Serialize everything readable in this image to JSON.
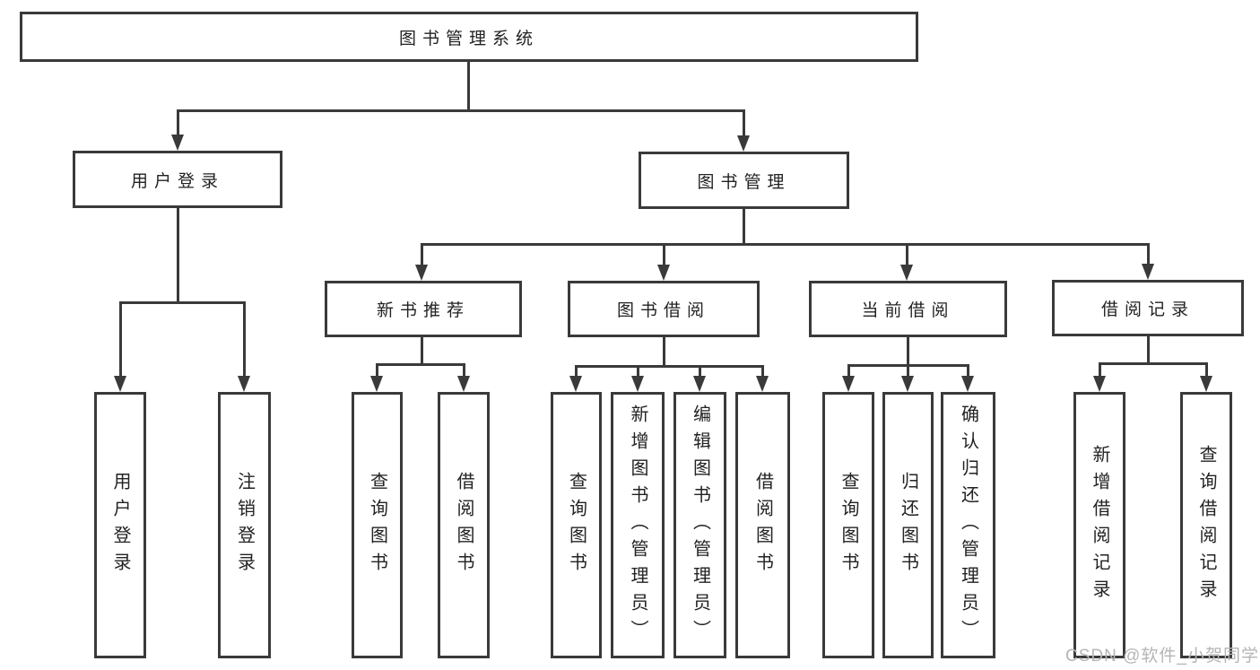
{
  "diagram": {
    "root": {
      "label": "图书管理系统",
      "children": [
        {
          "label": "用户登录",
          "children": [
            {
              "label": "用户登录"
            },
            {
              "label": "注销登录"
            }
          ]
        },
        {
          "label": "图书管理",
          "children": [
            {
              "label": "新书推荐",
              "children": [
                {
                  "label": "查询图书"
                },
                {
                  "label": "借阅图书"
                }
              ]
            },
            {
              "label": "图书借阅",
              "children": [
                {
                  "label": "查询图书"
                },
                {
                  "label": "新增图书（管理员）"
                },
                {
                  "label": "编辑图书（管理员）"
                },
                {
                  "label": "借阅图书"
                }
              ]
            },
            {
              "label": "当前借阅",
              "children": [
                {
                  "label": "查询图书"
                },
                {
                  "label": "归还图书"
                },
                {
                  "label": "确认归还（管理员）"
                }
              ]
            },
            {
              "label": "借阅记录",
              "children": [
                {
                  "label": "新增借阅记录"
                },
                {
                  "label": "查询借阅记录"
                }
              ]
            }
          ]
        }
      ]
    }
  },
  "watermark": {
    "text": "CSDN @软件_小贺同学"
  },
  "colors": {
    "line": "#3a3a3a",
    "text": "#222222",
    "background": "#ffffff",
    "watermark": "#b5b5b5"
  }
}
